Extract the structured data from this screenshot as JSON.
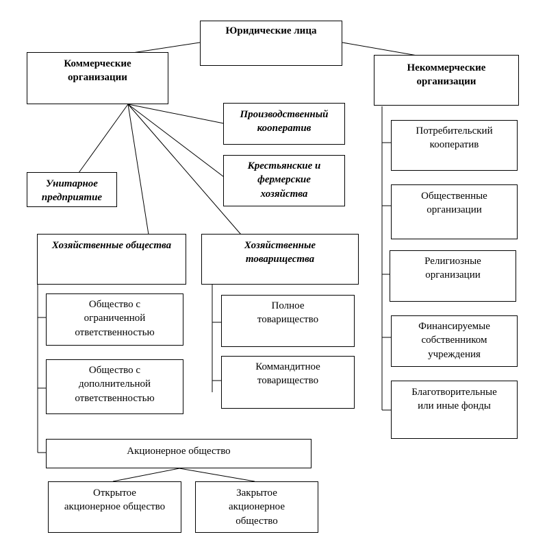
{
  "diagram": {
    "root": "Юридические лица",
    "commercial": "Коммерческие\nорганизации",
    "noncommercial": "Некоммерческие\nорганизации",
    "production_coop": "Производственный\nкооператив",
    "peasant_farms": "Крестьянские и\nфермерские\nхозяйства",
    "unitary": "Унитарное\nпредприятие",
    "business_companies": "Хозяйственные общества",
    "business_partnerships": "Хозяйственные\nтоварищества",
    "llc": "Общество с\nограниченной\nответственностью",
    "alc": "Общество с\nдополнительной\nответственностью",
    "jsc": "Акционерное общество",
    "open_jsc": "Открытое\nакционерное общество",
    "closed_jsc": "Закрытое\nакционерное\nобщество",
    "full_partnership": "Полное\nтоварищество",
    "limited_partnership": "Коммандитное\nтоварищество",
    "consumer_coop": "Потребительский\nкооператив",
    "public_orgs": "Общественные\nорганизации",
    "religious_orgs": "Религиозные\nорганизации",
    "owner_institutions": "Финансируемые\nсобственником\nучреждения",
    "charity_funds": "Благотворительные\nили иные фонды"
  }
}
